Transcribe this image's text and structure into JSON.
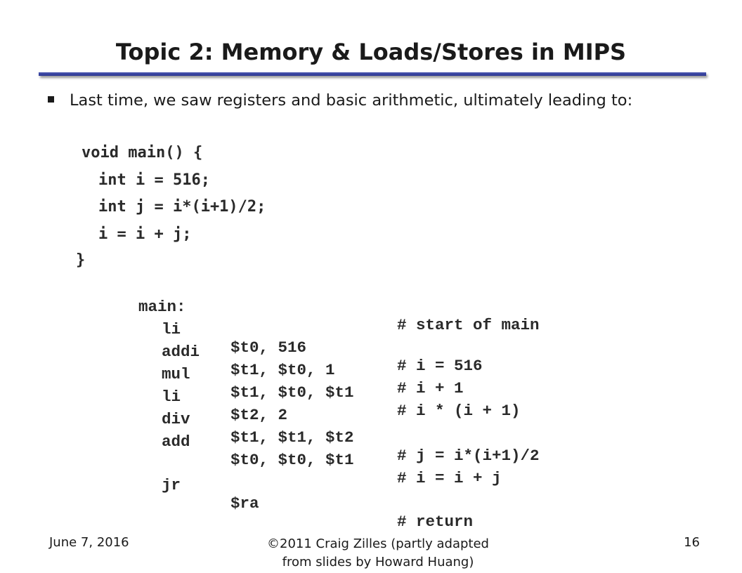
{
  "slide": {
    "title": "Topic 2: Memory & Loads/Stores in MIPS",
    "bullet": "Last time, we saw registers and basic arithmetic, ultimately leading to:",
    "c_code": [
      "void main() {",
      "int i = 516;",
      "int j = i*(i+1)/2;",
      "i = i + j;",
      "}"
    ],
    "assembly": [
      {
        "label": "main:",
        "op": "",
        "args": "",
        "comment": "# start of main"
      },
      {
        "label": "",
        "op": "li",
        "args": "$t0, 516",
        "comment": "# i = 516"
      },
      {
        "label": "",
        "op": "addi",
        "args": "$t1, $t0, 1",
        "comment": "# i + 1"
      },
      {
        "label": "",
        "op": "mul",
        "args": "$t1, $t0, $t1",
        "comment": "# i * (i + 1)"
      },
      {
        "label": "",
        "op": "li",
        "args": "$t2, 2",
        "comment": ""
      },
      {
        "label": "",
        "op": "div",
        "args": "$t1, $t1, $t2",
        "comment": "# j = i*(i+1)/2"
      },
      {
        "label": "",
        "op": "add",
        "args": "$t0, $t0, $t1",
        "comment": "# i = i + j"
      },
      {
        "label": "",
        "op": "jr",
        "args": "$ra",
        "comment": "# return"
      }
    ],
    "footer": {
      "date": "June 7, 2016",
      "credit_line1": "©2011 Craig Zilles (partly adapted",
      "credit_line2": "from slides by Howard Huang)",
      "page": "16"
    },
    "colors": {
      "rule": "#2a3590",
      "text": "#1a1a1a"
    }
  }
}
